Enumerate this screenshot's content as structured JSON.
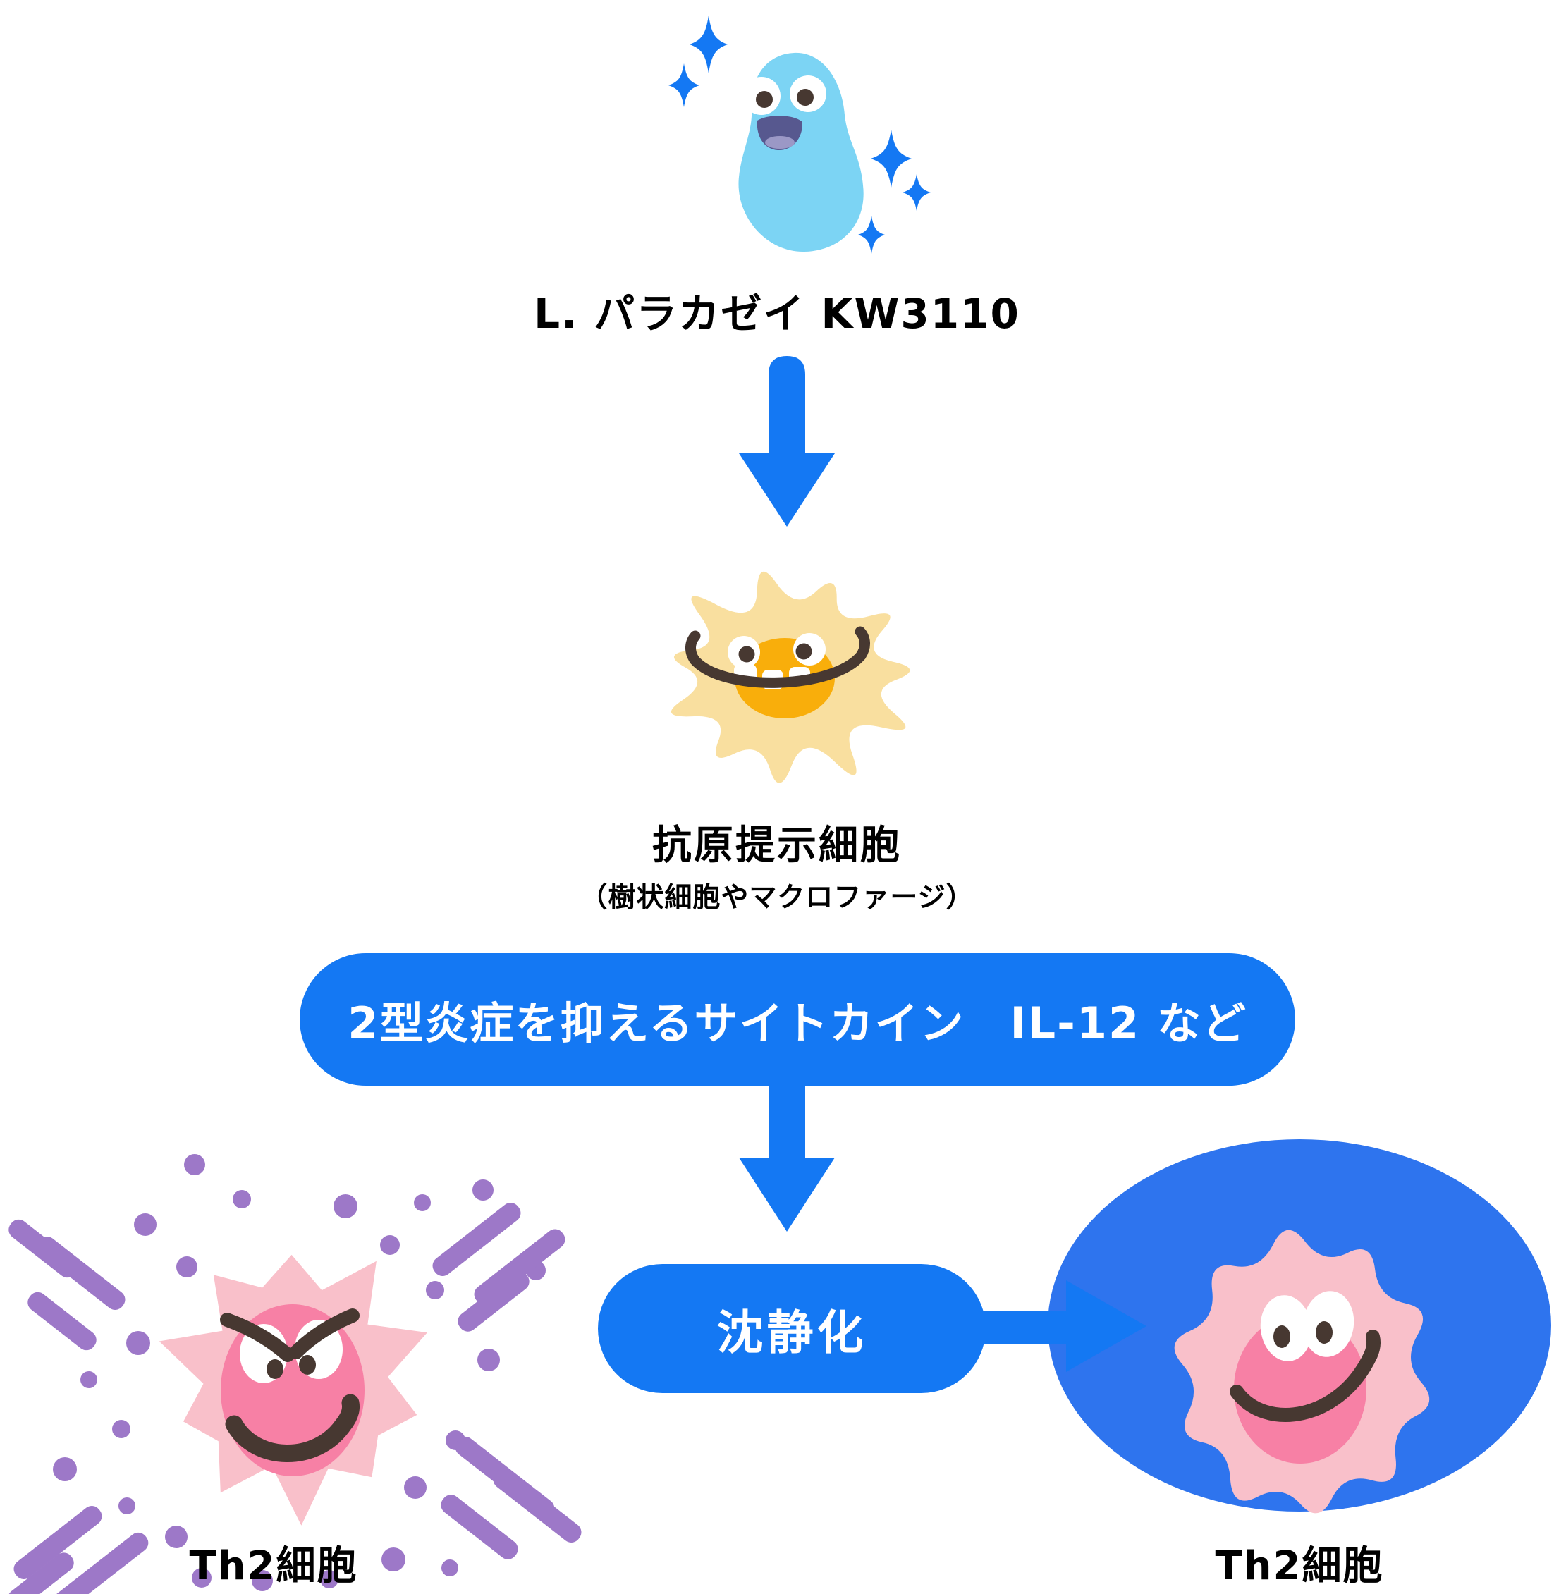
{
  "diagram": {
    "strain_label": "L. パラカゼイ KW3110",
    "immune_cell": {
      "label": "抗原提示細胞",
      "sublabel": "（樹状細胞やマクロファージ）"
    },
    "cytokine_banner_label": "2型炎症を抑えるサイトカイン　IL-12 など",
    "calm_pill_label": "沈静化",
    "th2_active_label": "Th2細胞",
    "th2_calm_label": "Th2細胞",
    "icons": {
      "bacteria": "kw3110-bacteria-icon",
      "sparkles": "sparkle-icon",
      "flow_arrows": "down-arrow-icon",
      "immune_cell": "immune-cell-icon",
      "inflamed_cell": "angry-th2-cell-icon",
      "inflammation_particles": "cytokine-particles",
      "calmed_cell": "calm-th2-cell-icon",
      "calm_arrow": "right-arrow-icon"
    },
    "colors": {
      "accent_blue": "#1478F3",
      "oval_blue": "#2E74EE",
      "bacteria_blue": "#7CD4F4",
      "mouth_indigo": "#57588F",
      "tongue_lilac": "#9B98C6",
      "cell_yellow": "#F9DF9F",
      "face_orange": "#F9AE0B",
      "line_brown": "#473831",
      "cell_pink": "#F9C0CA",
      "face_pink": "#F780A5",
      "particle_purple": "#9D78C8",
      "text_black": "#000000",
      "text_white": "#FFFFFF"
    }
  }
}
